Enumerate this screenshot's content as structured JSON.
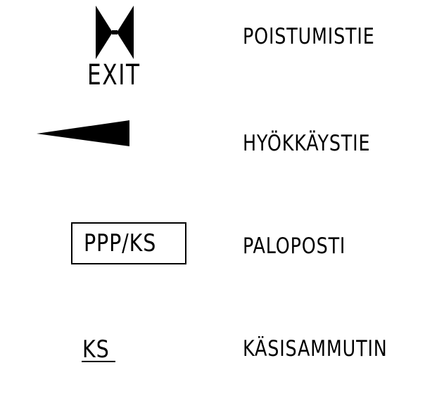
{
  "legend": {
    "items": [
      {
        "symbol_text": "EXIT",
        "label": "POISTUMISTIE",
        "icon": "bowtie-exit-icon"
      },
      {
        "label": "HYÖKKÄYSTIE",
        "icon": "wedge-arrow-icon"
      },
      {
        "symbol_text": "PPP/KS",
        "label": "PALOPOSTI",
        "icon": "boxed-label-icon"
      },
      {
        "symbol_text": "KS",
        "label": "KÄSISAMMUTIN",
        "icon": "underlined-label-icon"
      }
    ]
  },
  "colors": {
    "background": "#ffffff",
    "foreground": "#000000"
  }
}
